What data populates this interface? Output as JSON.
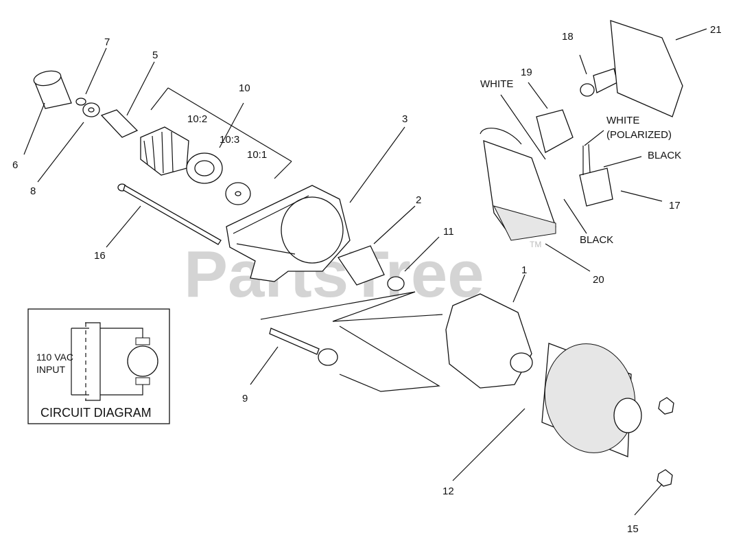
{
  "watermark": {
    "text": "PartsTree",
    "tm": "TM"
  },
  "callouts": {
    "c1": "1",
    "c2": "2",
    "c3": "3",
    "c5": "5",
    "c6": "6",
    "c7": "7",
    "c8": "8",
    "c9": "9",
    "c10": "10",
    "c10_1": "10:1",
    "c10_2": "10:2",
    "c10_3": "10:3",
    "c11": "11",
    "c12": "12",
    "c15": "15",
    "c16": "16",
    "c17": "17",
    "c18": "18",
    "c19": "19",
    "c20": "20",
    "c21": "21"
  },
  "wire_labels": {
    "white": "WHITE",
    "white_polarized_1": "WHITE",
    "white_polarized_2": "(POLARIZED)",
    "black_top": "BLACK",
    "black_bottom": "BLACK"
  },
  "circuit": {
    "input_line1": "110 VAC",
    "input_line2": "INPUT",
    "title": "CIRCUIT DIAGRAM"
  }
}
